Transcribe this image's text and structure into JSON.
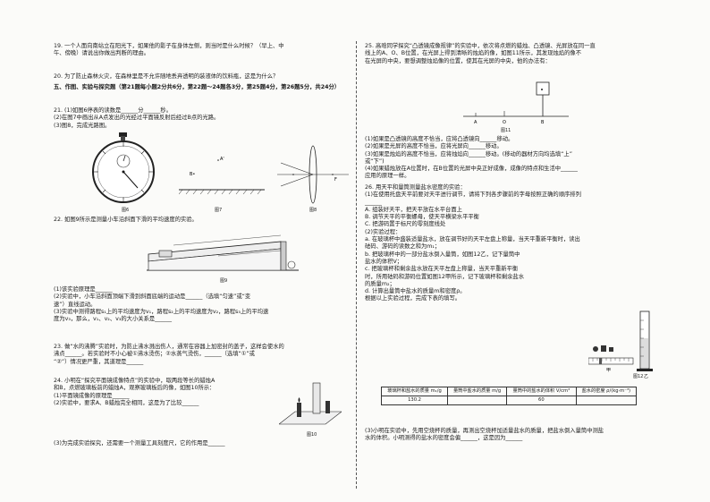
{
  "left": {
    "q19": [
      "19. 一个人面向南站立在阳光下，如果他的影子在身体左侧，则当时是什么时候？（早上、中",
      "午、傍晚）请说出你做出判断的理由。"
    ],
    "q20": "20. 为了防止森林火灾，在森林里是不允许随地丢弃透明的装液体的饮料瓶，这是为什么？",
    "sec5": "五、作图、实验与探究题（第21题每小题2分共6分，第22题～24题各3分，第25题4分，第26题5分，共24分）",
    "q21": [
      "21. (1)如图6停表的读数是______分______秒。",
      "(2)在图7中画出从A点发出的光经过平面镜反射后经过B点的光路。",
      "(3)图8，完成光路图。"
    ],
    "fig6": "图6",
    "fig7": "图7",
    "fig8": "图8",
    "lblA": "A'",
    "lblB": "B•",
    "lblF": "F",
    "q22": "22. 如图9所示是测量小车沿斜面下滑的平均速度的实验。",
    "fig9": "图9",
    "q22b": [
      "(1)该实验原理是______",
      "(2)实验中，小车沿斜面顶端下滑到斜面底端的运动是______（选填“匀速”或“变",
      "速”）直线运动。",
      "(3)实验中测得路程s₁上的平均速度为v₁，路程s₂上的平均速度为v₂，路程s₃上的平均速",
      "度为v₃，那么，v₁、v₂、v₃的大小关系是______"
    ],
    "q23": [
      "23. 做“水的沸腾”实验时，为防止沸水溅出伤人，通常在容器上加密封的盖子，这样会使水的",
      "沸点______。若实验时不小心被①沸水烫伤；②水蒸气烫伤，______（选填“①”或",
      "“②”）情况更严重，其道理是______"
    ],
    "q24": [
      "24. 小明在“探究平面镜成像特点”的实验中，取两段等长的蜡烛A",
      "和B，点燃玻璃板前的蜡烛A，观察玻璃板后的像，如图10所示：",
      "(1)平面镜成像的原理是______",
      "(2)实验中，要求A、B蜡烛完全相同，这是为了比较______",
      "(3)为完成实验探究，还需要一个测量工具刻度尺，它的作用是______"
    ],
    "fig10": "图10",
    "stopwatch_note": "0"
  },
  "right": {
    "q25": [
      "25. 高晗同学探究“凸透镜成像规律”的实验中，依次将点燃的蜡烛、凸透镜、光屏放在同一直",
      "线上的A、O、B位置，在光屏上得到清晰的烛焰的像，如图11所示，其发现烛焰的像不",
      "在光屏的中央，要想调整烛焰像的位置，使其在光屏的中央，他的办法有："
    ],
    "fig11": "图11",
    "axis_labels": [
      "A",
      "O",
      "B"
    ],
    "q25b": [
      "(1)如果是凸透镜的高度不恰当，应将凸透镜向______移动。",
      "(2)如果是光屏的高度不恰当，应将光屏向______移动。",
      "(3)如果是烛焰的高度不恰当，应将烛焰向______移动。(移动的器材方向均选填“上”",
      "或“下”)",
      "(4)如果蜡烛放在A位置时，在B位置的光屏中央正好成像，成像的特点和生活中______",
      "应用的原理一样。"
    ],
    "q26": [
      "26. 用天平和量筒测量盐水密度的实验：",
      "(1)在使用托盘天平前要对天平进行调节，请将下列各步骤前的字母按照正确的顺序排列",
      "______",
      "A. 组装好天平，把天平放在水平台面上",
      "B. 调节天平的平衡螺母，使天平横梁水平平衡",
      "C. 把游码置于标尺的零刻度线处",
      "(2)实验过程：",
      "a. 在玻璃杯中盛装适量盐水，放在调节好的天平左盘上称量，当天平重新平衡时，读出",
      "砝码、游码的读数之和为m₁；",
      "b. 把玻璃杯中的一部分盐水倒入量筒，如图12乙，记下量筒中",
      "盐水的体积V；",
      "c. 把玻璃杯和剩余盐水放在天平左盘上称量，当天平重新平衡",
      "时，所用砝码和游码位置如图12甲所示，记下玻璃杯和剩余盐水",
      "的质量m₂；",
      "d. 计算出量筒中盐水的质量m和密度ρ。",
      "根据以上实验过程，完成下表的填写。"
    ],
    "fig12a": "甲",
    "fig12b": "乙",
    "fig12": "图12",
    "table": {
      "headers": [
        "玻璃杯和盐水的质量 m₁/g",
        "量筒中盐水的质量 m/g",
        "量筒中的盐水的体积 V/cm³",
        "盐水的密度 ρ/(kg·m⁻³)"
      ],
      "row": [
        "130.2",
        "",
        "60",
        ""
      ]
    },
    "q26c": [
      "(3)小明在实验中，先用空烧杯的质量，再测出空烧杯加适量盐水的质量，把盐水倒入量筒中测盐",
      "水的体积。小明测得的盐水的密度会偏______，这是因为______"
    ]
  }
}
